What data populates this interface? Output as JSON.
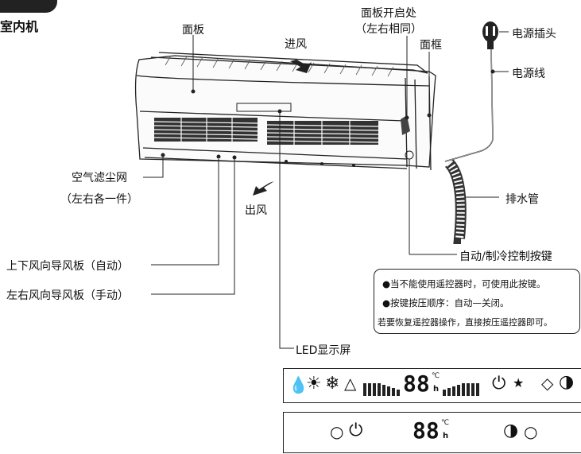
{
  "header": {
    "title": "室内机"
  },
  "labels": {
    "panel": "面板",
    "air_in": "进风",
    "panel_open_point": "面板开启处",
    "both_sides_same": "（左右相同）",
    "frame": "面框",
    "power_plug": "电源插头",
    "power_cord": "电源线",
    "air_filter": "空气滤尘网",
    "one_each_side": "（左右各一件）",
    "air_out": "出风",
    "drain_pipe": "排水管",
    "vertical_louver": "上下风向导风板（自动）",
    "horizontal_louver": "左右风向导风板（手动）",
    "auto_cool_button": "自动/制冷控制按键",
    "led_display": "LED显示屏"
  },
  "note": {
    "line1": "●当不能使用遥控器时，可使用此按键。",
    "line2": "●按键按压顺序：自动—关闭。",
    "line3": "若要恢复遥控器操作，直接按压遥控器即可。"
  },
  "display_full": {
    "digits": "88",
    "unit_c": "℃",
    "unit_h": "h",
    "icons": [
      "water-drop-icon",
      "sun-icon",
      "snowflake-icon",
      "fan-icon",
      "fan-speed-bars-icon",
      "power-icon",
      "star-icon",
      "swing-icon",
      "clock-icon"
    ]
  },
  "display_simple": {
    "digits": "88",
    "unit_c": "℃",
    "unit_h": "h",
    "icons": [
      "circle-indicator-icon",
      "power-icon",
      "clock-icon",
      "circle-indicator-icon"
    ]
  }
}
